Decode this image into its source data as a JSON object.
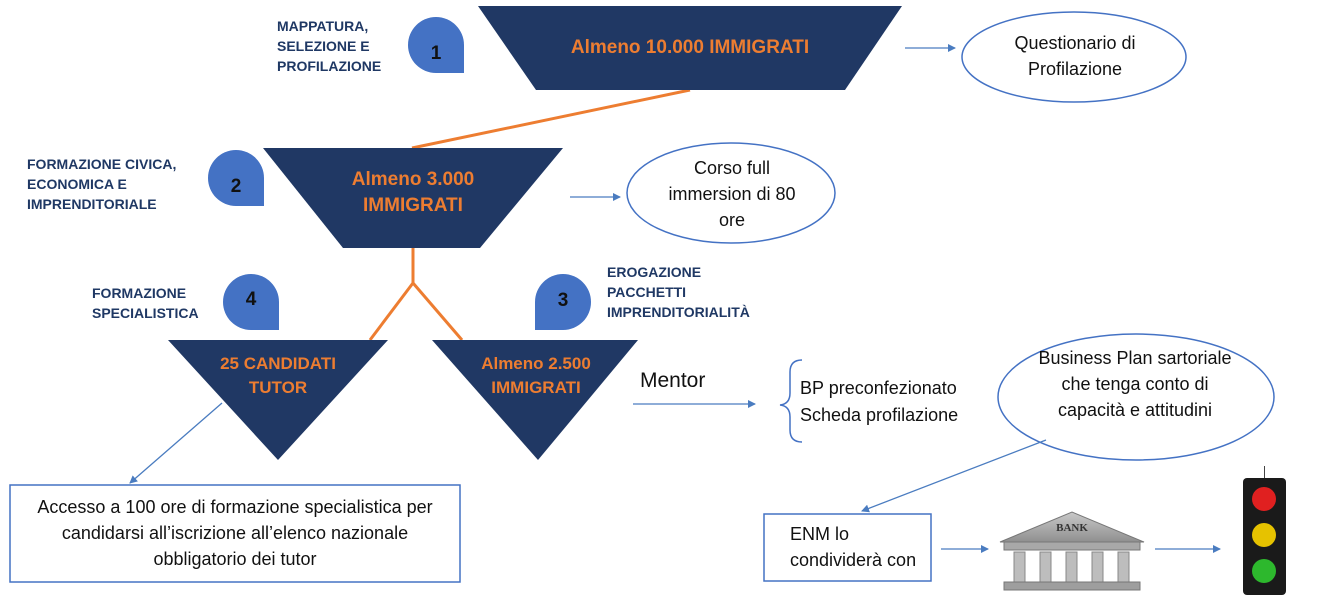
{
  "steps": {
    "s1_label": "MAPPATURA, SELEZIONE E PROFILAZIONE",
    "s2_label": "FORMAZIONE CIVICA, ECONOMICA E IMPRENDITORIALE",
    "s3_label": "EROGAZIONE PACCHETTI IMPRENDITORIALITÀ",
    "s4_label": "FORMAZIONE SPECIALISTICA",
    "n1": "1",
    "n2": "2",
    "n3": "3",
    "n4": "4"
  },
  "funnels": {
    "top": "Almeno 10.000 IMMIGRATI",
    "mid": "Almeno 3.000 IMMIGRATI",
    "left": "25 CANDIDATI TUTOR",
    "right": "Almeno 2.500 IMMIGRATI"
  },
  "boxes": {
    "questionario": "Questionario di Profilazione",
    "corso": "Corso full immersion di 80 ore",
    "business_plan": "Business Plan sartoriale che tenga conto di capacità e attitudini",
    "mentor": "Mentor",
    "bp_line1": "BP preconfezionato",
    "bp_line2": "Scheda profilazione",
    "accesso": "Accesso a 100 ore di formazione specialistica per candidarsi all’iscrizione all’elenco nazionale obbligatorio dei tutor",
    "enm": "ENM lo condividerà con",
    "bank": "BANK"
  },
  "colors": {
    "navy": "#203864",
    "orange": "#ed7d31",
    "drop": "#4472c4",
    "arrow": "#4a7cc0",
    "text_blue": "#1f3864"
  }
}
